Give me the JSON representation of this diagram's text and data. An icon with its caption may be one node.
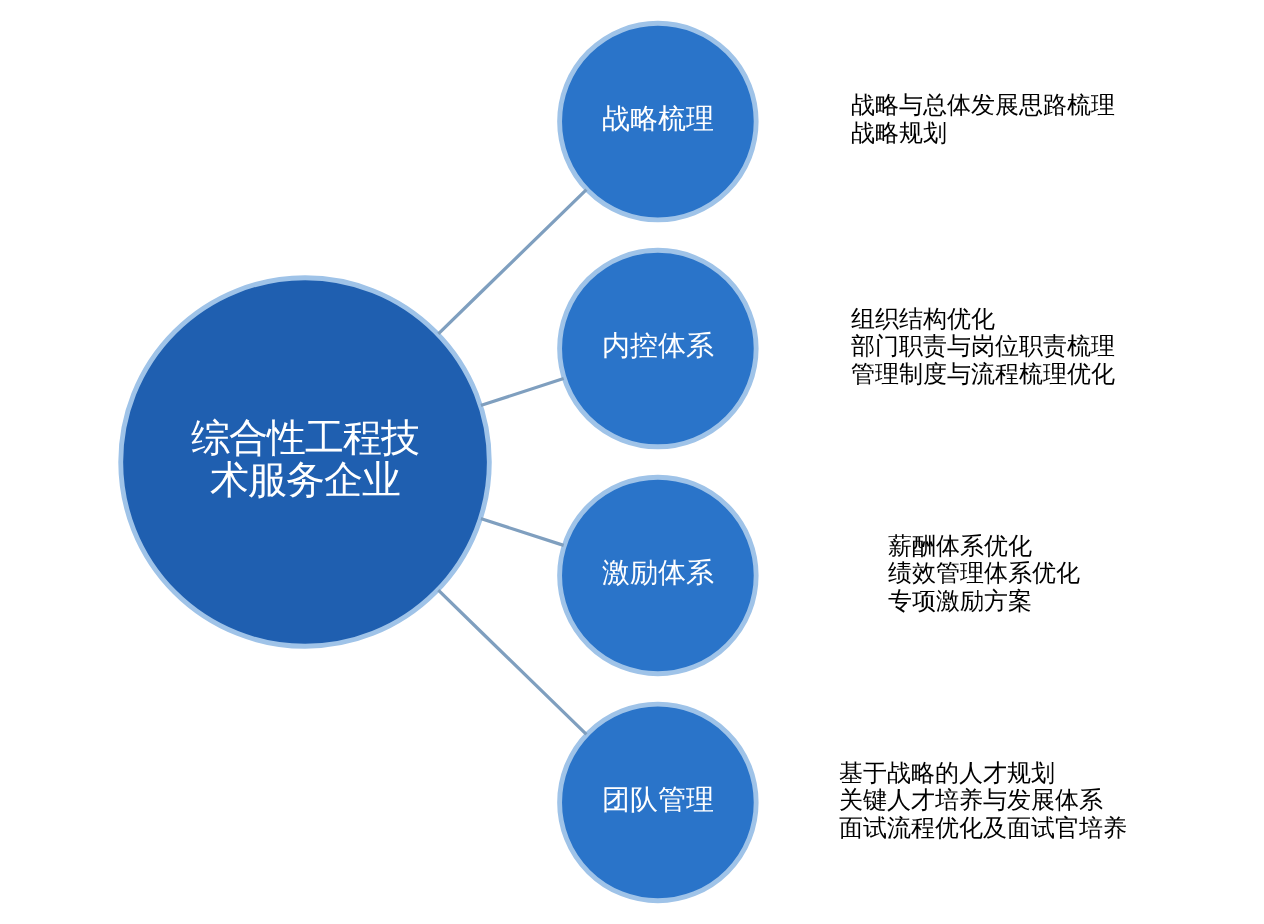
{
  "diagram": {
    "nodes": [
      {
        "text": [
          "综合性工程技术服务企业"
        ]
      },
      {
        "text": [
          "战略梳理"
        ],
        "beside": [
          "战略与总体发展思路梳理",
          "战略规划"
        ]
      },
      {
        "text": [
          "内控体系"
        ],
        "beside": [
          "组织结构优化",
          "部门职责与岗位职责梳理",
          "管理制度与流程梳理优化"
        ]
      },
      {
        "text": [
          "激励体系"
        ],
        "beside": [
          "薪酬体系优化",
          "绩效管理体系优化",
          "专项激励方案"
        ]
      },
      {
        "text": [
          "团队管理"
        ],
        "beside": [
          "基于战略的人才规划",
          "关键人才培养与发展体系",
          "面试流程优化及面试官培养"
        ]
      }
    ],
    "edges": [
      {
        "from": 0,
        "to": 1,
        "arrow": "none"
      },
      {
        "from": 0,
        "to": 2,
        "arrow": "none"
      },
      {
        "from": 0,
        "to": 3,
        "arrow": "none"
      },
      {
        "from": 0,
        "to": 4,
        "arrow": "none"
      }
    ]
  }
}
